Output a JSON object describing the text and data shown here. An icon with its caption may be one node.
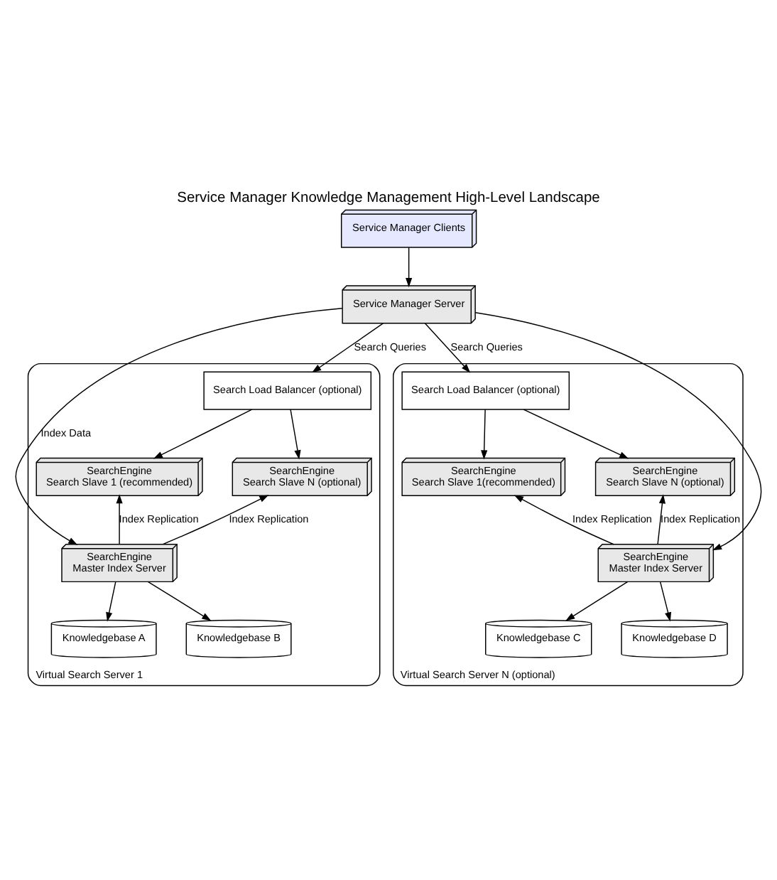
{
  "diagram": {
    "title": "Service Manager Knowledge Management High-Level Landscape",
    "nodes": [
      {
        "text": [
          "Service Manager Clients"
        ]
      },
      {
        "text": [
          "Service Manager Server"
        ]
      },
      {
        "text": [
          "Virtual Search Server 1"
        ]
      },
      {
        "text": [
          "Search Load Balancer (optional)"
        ],
        "in": 2
      },
      {
        "text": [
          "SearchEngine",
          "Search Slave 1 (recommended)"
        ],
        "in": 2
      },
      {
        "text": [
          "SearchEngine",
          "Search Slave N (optional)"
        ],
        "in": 2
      },
      {
        "text": [
          "SearchEngine",
          "Master Index Server"
        ],
        "in": 2
      },
      {
        "text": [
          "Knowledgebase A"
        ],
        "in": 2
      },
      {
        "text": [
          "Knowledgebase B"
        ],
        "in": 2
      },
      {
        "text": [
          "Virtual Search Server N (optional)"
        ]
      },
      {
        "text": [
          "Search Load Balancer (optional)"
        ],
        "in": 9
      },
      {
        "text": [
          "SearchEngine",
          "Search Slave 1(recommended)"
        ],
        "in": 9
      },
      {
        "text": [
          "SearchEngine",
          "Search Slave N (optional)"
        ],
        "in": 9
      },
      {
        "text": [
          "SearchEngine",
          "Master Index Server"
        ],
        "in": 9
      },
      {
        "text": [
          "Knowledgebase C"
        ],
        "in": 9
      },
      {
        "text": [
          "Knowledgebase D"
        ],
        "in": 9
      }
    ],
    "edges": [
      {
        "from": 0,
        "to": 1,
        "arrow": "to"
      },
      {
        "from": 1,
        "to": 3,
        "arrow": "to",
        "label": "Search Queries"
      },
      {
        "from": 1,
        "to": 10,
        "arrow": "to",
        "label": "Search Queries"
      },
      {
        "from": 3,
        "to": 4,
        "arrow": "to"
      },
      {
        "from": 3,
        "to": 5,
        "arrow": "to"
      },
      {
        "from": 10,
        "to": 11,
        "arrow": "to"
      },
      {
        "from": 10,
        "to": 12,
        "arrow": "to"
      },
      {
        "from": 1,
        "to": 6,
        "arrow": "to",
        "label": "Index Data"
      },
      {
        "from": 1,
        "to": 13,
        "arrow": "to"
      },
      {
        "from": 6,
        "to": 4,
        "arrow": "to",
        "label": "Index Replication"
      },
      {
        "from": 6,
        "to": 5,
        "arrow": "to",
        "label": "Index Replication"
      },
      {
        "from": 13,
        "to": 11,
        "arrow": "to",
        "label": "Index Replication"
      },
      {
        "from": 13,
        "to": 12,
        "arrow": "to",
        "label": "Index Replication"
      },
      {
        "from": 6,
        "to": 7,
        "arrow": "to"
      },
      {
        "from": 6,
        "to": 8,
        "arrow": "to"
      },
      {
        "from": 13,
        "to": 14,
        "arrow": "to"
      },
      {
        "from": 13,
        "to": 15,
        "arrow": "to"
      }
    ]
  }
}
